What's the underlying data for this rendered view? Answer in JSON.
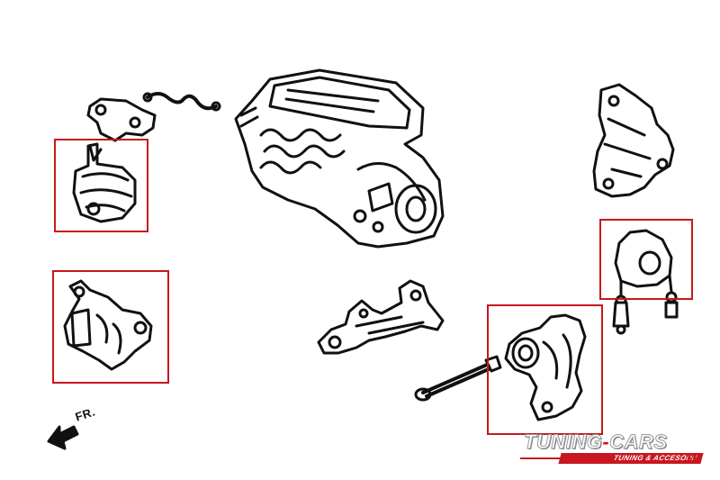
{
  "diagram": {
    "direction_label": "FR.",
    "parts": [
      {
        "name": "engine-assembly",
        "highlighted": false
      },
      {
        "name": "upper-left-bracket",
        "highlighted": false
      },
      {
        "name": "wire-hose",
        "highlighted": false
      },
      {
        "name": "left-upper-mount",
        "highlighted": true
      },
      {
        "name": "left-lower-mount",
        "highlighted": true
      },
      {
        "name": "center-bracket",
        "highlighted": false
      },
      {
        "name": "torque-rod",
        "highlighted": false
      },
      {
        "name": "rear-mount",
        "highlighted": true
      },
      {
        "name": "right-upper-bracket",
        "highlighted": false
      },
      {
        "name": "right-mount",
        "highlighted": true
      }
    ],
    "highlight_color": "#c8171e"
  },
  "watermark": {
    "brand_left": "TUNING",
    "brand_hyphen": "-",
    "brand_right": "CARS",
    "tagline": "TUNING & ACCESORII",
    "accent_color": "#c8171e"
  }
}
